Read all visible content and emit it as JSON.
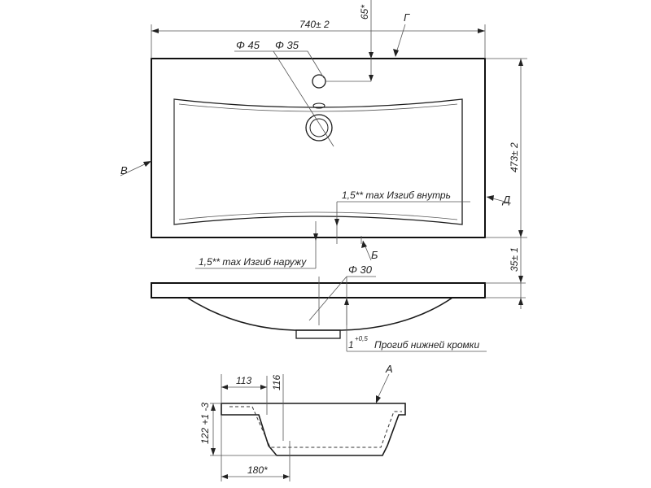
{
  "dimensions": {
    "overall_width": "740± 2",
    "overall_depth": "473± 2",
    "tap_hole_offset": "65*",
    "drain_diameter": "Φ 45",
    "tap_hole_diameter": "Φ 35",
    "overflow_diameter": "Φ 30",
    "rim_thickness": "35± 1",
    "section_height": "122 +1 -3",
    "section_offset_113": "113",
    "section_offset_116": "116",
    "section_bottom_width": "180*"
  },
  "notes": {
    "inward_bend": "1,5** max Изгиб внутрь",
    "outward_bend": "1,5** max Изгиб наружу",
    "bottom_edge_deflection": "Прогиб нижней кромки",
    "deflection_value": "1",
    "deflection_tolerance": "+0,5"
  },
  "view_labels": {
    "a": "А",
    "b": "Б",
    "v": "В",
    "g": "Г",
    "d": "Д"
  }
}
